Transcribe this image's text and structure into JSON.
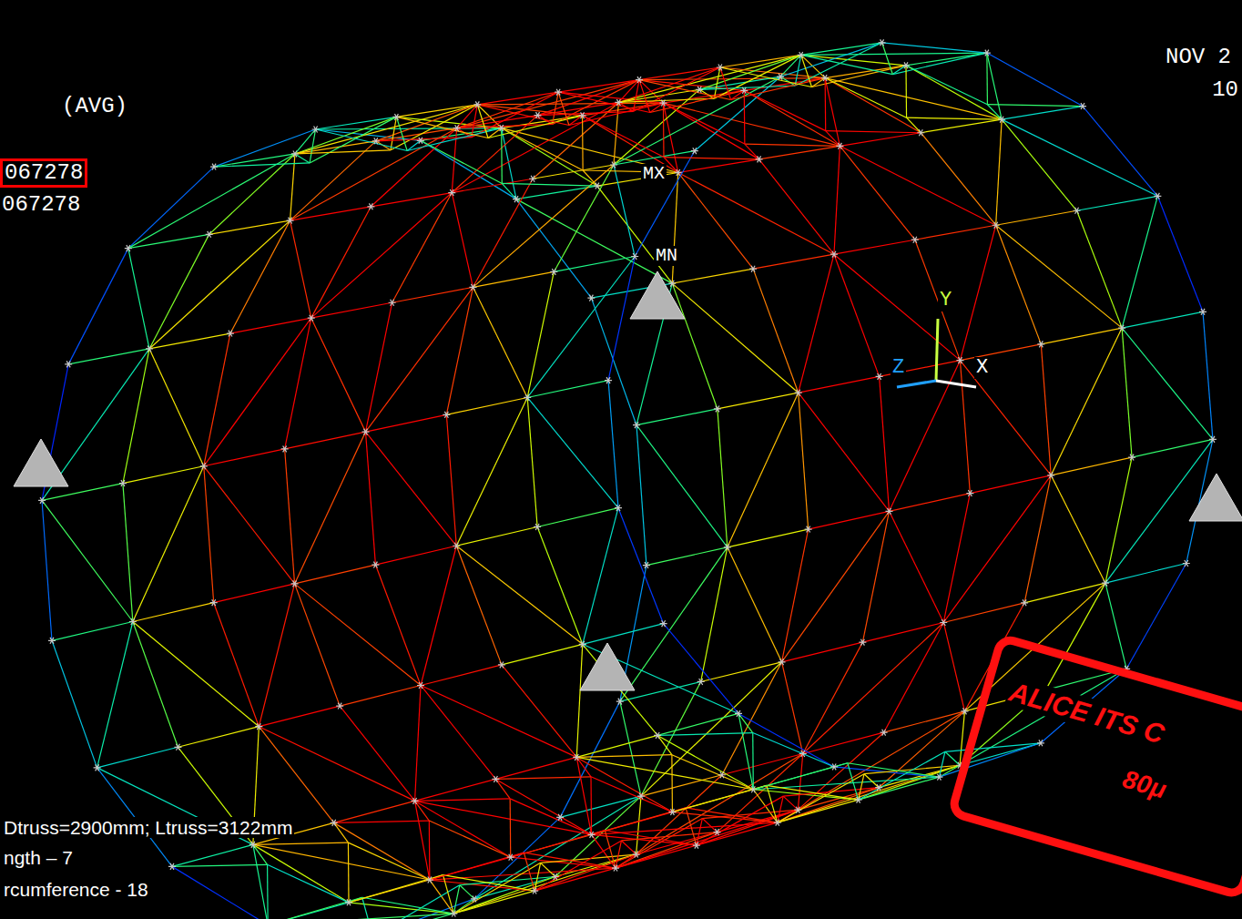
{
  "diagram": {
    "labels": [
      "(AVG)",
      "067278",
      "067278",
      "NOV 2",
      "10",
      "MX",
      "MN",
      "Y",
      "Z",
      "X",
      "Dtruss=2900mm; Ltruss=3122mm",
      "ngth – 7",
      "rcumference - 18",
      "ALICE ITS C",
      "80μ"
    ]
  }
}
